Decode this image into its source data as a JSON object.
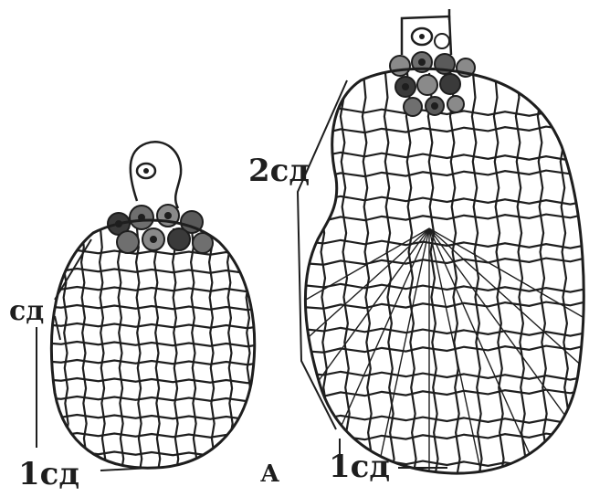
{
  "figure": {
    "labels": {
      "sd": "сд",
      "first_sd_left": "1сд",
      "second_sd": "2сд",
      "first_sd_right": "1сд",
      "panel": "А"
    },
    "colors": {
      "ink": "#1e1e1e",
      "background": "#ffffff",
      "shaded_cell": "#6f6f6f",
      "dark_cell": "#3a3a3a"
    }
  }
}
